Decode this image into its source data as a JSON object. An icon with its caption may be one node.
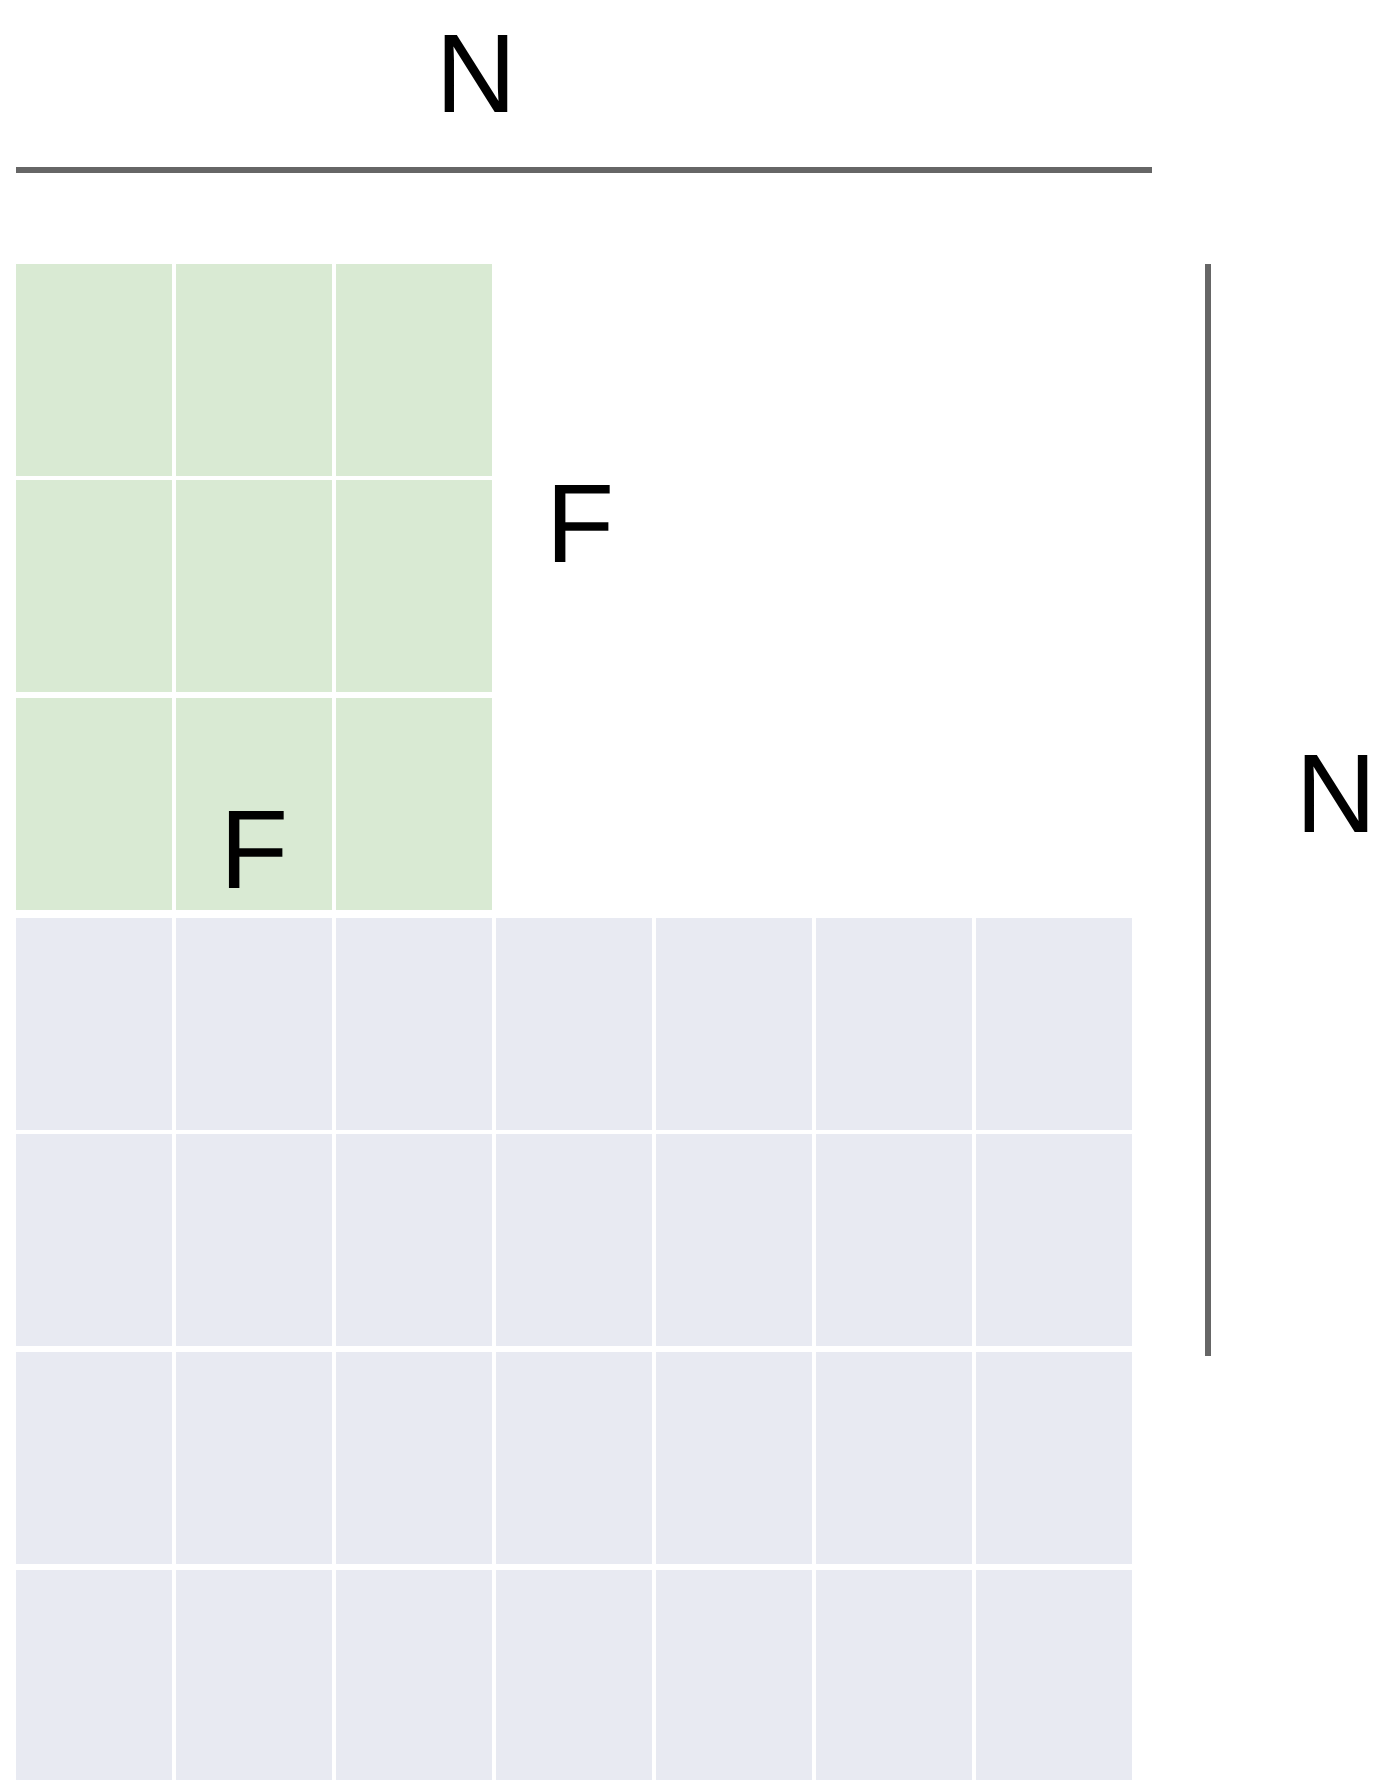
{
  "diagram": {
    "labels": [
      "N",
      "F",
      "N",
      "F"
    ]
  }
}
